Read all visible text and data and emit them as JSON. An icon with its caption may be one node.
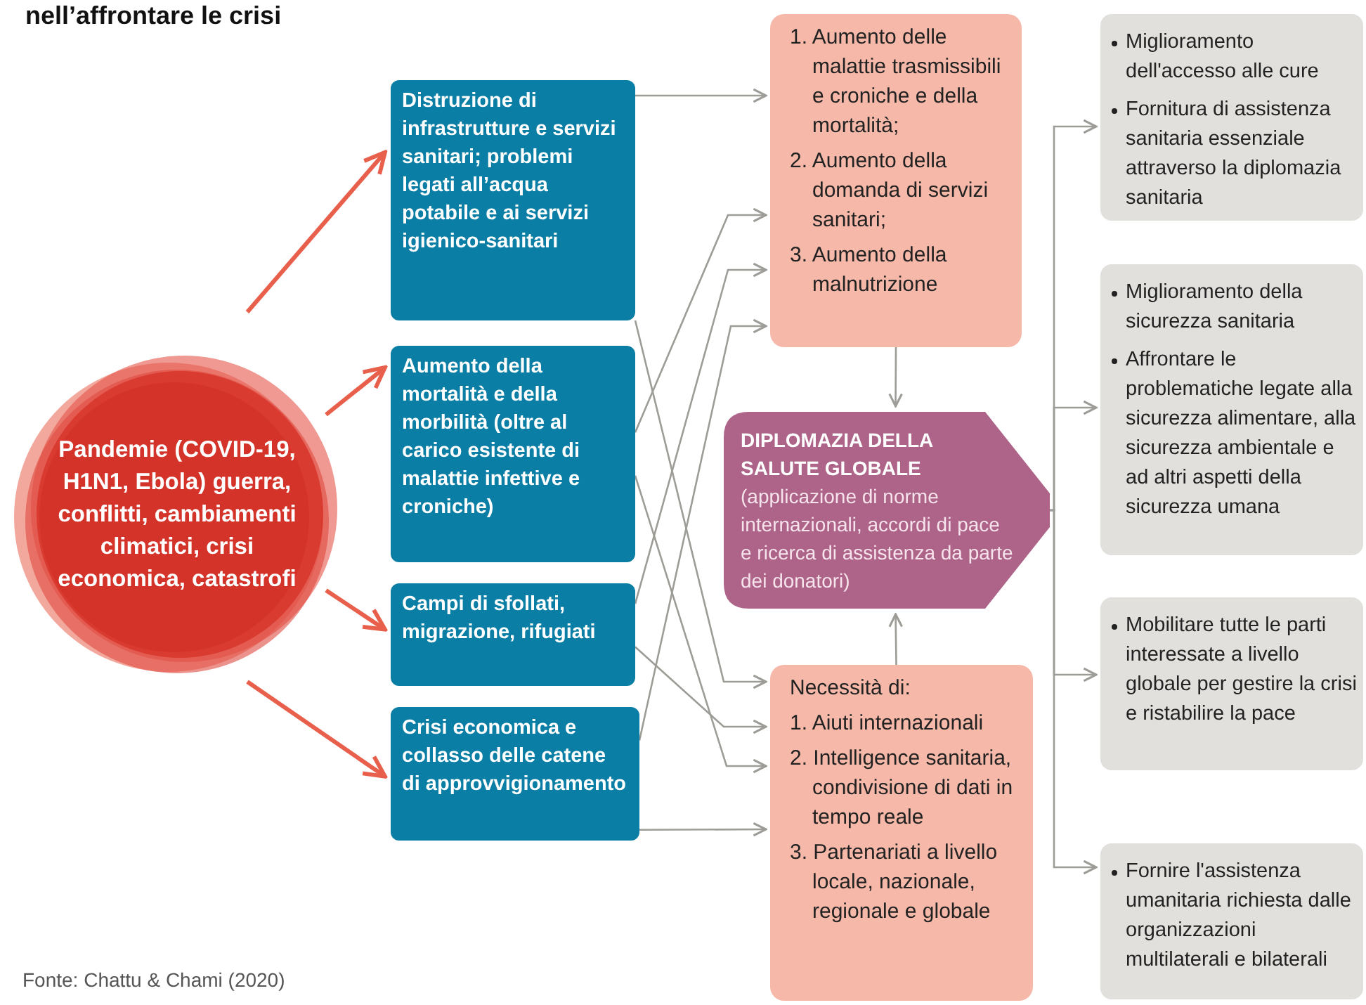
{
  "diagram": {
    "title": "nell’affrontare le crisi",
    "caption": "Fonte: Chattu & Chami (2020)",
    "nodes": [
      {
        "text": [
          "Pandemie (COVID-19, H1N1, Ebola) guerra, conflitti, cambiamenti climatici, crisi economica, catastrofi"
        ]
      },
      {
        "text": [
          "Distruzione di infrastrutture e servizi sanitari; problemi legati all’acqua potabile e ai servizi igienico-sanitari"
        ]
      },
      {
        "text": [
          "Aumento della mortalità e della morbilità (oltre al carico esistente di malattie infettive e croniche)"
        ]
      },
      {
        "text": [
          "Campi di sfollati, migrazione, rifugiati"
        ]
      },
      {
        "text": [
          "Crisi economica e collasso delle catene di approvvigionamento"
        ]
      },
      {
        "text": [
          "1. Aumento delle malattie trasmissibili e croniche e della mortalità;",
          "2. Aumento della domanda di servizi sanitari;",
          "3. Aumento della malnutrizione"
        ]
      },
      {
        "text": [
          "DIPLOMAZIA DELLA SALUTE GLOBALE",
          "(applicazione di norme internazionali, accordi di pace e ricerca di assistenza da parte dei donatori)"
        ]
      },
      {
        "text": [
          "Necessità di:",
          "1. Aiuti internazionali",
          "2. Intelligence sanitaria, condivisione di dati in tempo reale",
          "3. Partenariati a livello locale, nazionale, regionale e globale"
        ]
      },
      {
        "text": [
          "Miglioramento dell'accesso alle cure",
          "Fornitura di assistenza sanitaria essenziale attraverso la diplomazia sanitaria"
        ]
      },
      {
        "text": [
          "Miglioramento della sicurezza sanitaria",
          "Affrontare le problematiche legate alla sicurezza alimentare, alla sicurezza ambientale e ad altri aspetti della sicurezza umana"
        ]
      },
      {
        "text": [
          "Mobilitare tutte le parti interessate a livello globale per gestire la crisi e ristabilire la pace"
        ]
      },
      {
        "text": [
          "Fornire l'assistenza umanitaria richiesta dalle organizzazioni multilaterali e bilaterali"
        ]
      }
    ],
    "edges": [
      {
        "from": 0,
        "to": 1,
        "arrow": "to",
        "style": "thick",
        "color": "#e8604c"
      },
      {
        "from": 0,
        "to": 2,
        "arrow": "to",
        "style": "thick",
        "color": "#e8604c"
      },
      {
        "from": 0,
        "to": 3,
        "arrow": "to",
        "style": "thick",
        "color": "#e8604c"
      },
      {
        "from": 0,
        "to": 4,
        "arrow": "to",
        "style": "thick",
        "color": "#e8604c"
      },
      {
        "from": 1,
        "to": 5,
        "arrow": "to"
      },
      {
        "from": 2,
        "to": 5,
        "arrow": "to"
      },
      {
        "from": 3,
        "to": 5,
        "arrow": "to"
      },
      {
        "from": 4,
        "to": 5,
        "arrow": "to"
      },
      {
        "from": 1,
        "to": 7,
        "arrow": "to"
      },
      {
        "from": 3,
        "to": 7,
        "arrow": "to"
      },
      {
        "from": 2,
        "to": 7,
        "arrow": "to"
      },
      {
        "from": 4,
        "to": 7,
        "arrow": "to"
      },
      {
        "from": 5,
        "to": 6,
        "arrow": "to"
      },
      {
        "from": 7,
        "to": 6,
        "arrow": "to"
      },
      {
        "from": 6,
        "to": 8,
        "arrow": "to"
      },
      {
        "from": 6,
        "to": 9,
        "arrow": "to"
      },
      {
        "from": 6,
        "to": 10,
        "arrow": "to"
      },
      {
        "from": 6,
        "to": 11,
        "arrow": "to"
      }
    ]
  }
}
